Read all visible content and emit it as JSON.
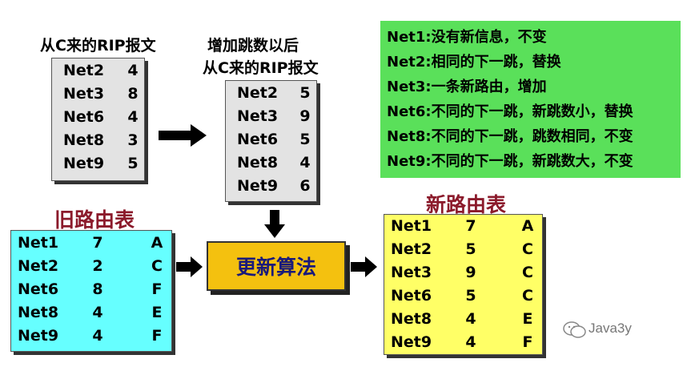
{
  "caption_from_c": "从C来的RIP报文",
  "caption_after_1": "增加跳数以后",
  "caption_after_2": "从C来的RIP报文",
  "rip_from_c": [
    {
      "net": "Net2",
      "hop": "4"
    },
    {
      "net": "Net3",
      "hop": "8"
    },
    {
      "net": "Net6",
      "hop": "4"
    },
    {
      "net": "Net8",
      "hop": "3"
    },
    {
      "net": "Net9",
      "hop": "5"
    }
  ],
  "rip_incremented": [
    {
      "net": "Net2",
      "hop": "5"
    },
    {
      "net": "Net3",
      "hop": "9"
    },
    {
      "net": "Net6",
      "hop": "5"
    },
    {
      "net": "Net8",
      "hop": "4"
    },
    {
      "net": "Net9",
      "hop": "6"
    }
  ],
  "rules": [
    "Net1:没有新信息，不变",
    "Net2:相同的下一跳，替换",
    "Net3:一条新路由，增加",
    "Net6:不同的下一跳，新跳数小，替换",
    "Net8:不同的下一跳，跳数相同，不变",
    "Net9:不同的下一跳，新跳数大，不变"
  ],
  "old_table_title": "旧路由表",
  "old_table": [
    {
      "net": "Net1",
      "hop": "7",
      "next": "A"
    },
    {
      "net": "Net2",
      "hop": "2",
      "next": "C"
    },
    {
      "net": "Net6",
      "hop": "8",
      "next": "F"
    },
    {
      "net": "Net8",
      "hop": "4",
      "next": "E"
    },
    {
      "net": "Net9",
      "hop": "4",
      "next": "F"
    }
  ],
  "algorithm_label": "更新算法",
  "new_table_title": "新路由表",
  "new_table": [
    {
      "net": "Net1",
      "hop": "7",
      "next": "A"
    },
    {
      "net": "Net2",
      "hop": "5",
      "next": "C"
    },
    {
      "net": "Net3",
      "hop": "9",
      "next": "C"
    },
    {
      "net": "Net6",
      "hop": "5",
      "next": "C"
    },
    {
      "net": "Net8",
      "hop": "4",
      "next": "E"
    },
    {
      "net": "Net9",
      "hop": "4",
      "next": "F"
    }
  ],
  "watermark": "Java3y",
  "colors": {
    "rip_box": "#e3e3e3",
    "rules_box": "#5ae05a",
    "old_table": "#66ffff",
    "new_table": "#ffff66",
    "algorithm_box": "#f4c10f",
    "title_red": "#8b1a2b",
    "algorithm_text": "#1a1a7a"
  },
  "icons": [
    "right-arrow-icon",
    "down-arrow-icon",
    "wechat-icon"
  ]
}
